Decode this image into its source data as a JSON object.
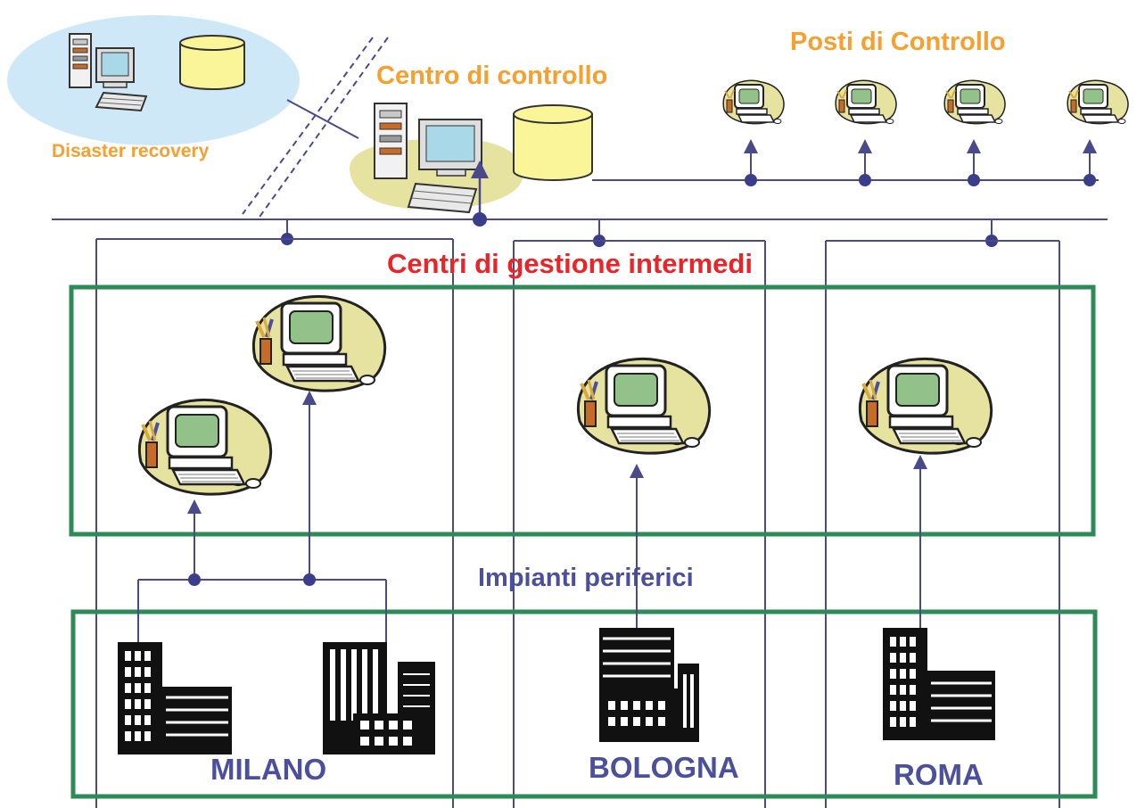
{
  "labels": {
    "disaster_recovery": "Disaster recovery",
    "centro_controllo": "Centro di controllo",
    "posti_controllo": "Posti di Controllo",
    "centri_gestione": "Centri di gestione intermedi",
    "impianti_periferici": "Impianti periferici",
    "milano": "MILANO",
    "bologna": "BOLOGNA",
    "roma": "ROMA"
  },
  "colors": {
    "line": "#4a4a8a",
    "box_border": "#2e8b57",
    "orange_label": "#f5a030",
    "red_label": "#e8262a",
    "blue_label": "#4b4f9c",
    "database": "#fbf59a",
    "cloud_blue": "#cfe8f7",
    "blob": "#e6e2a0",
    "screen": "#93c18a"
  }
}
